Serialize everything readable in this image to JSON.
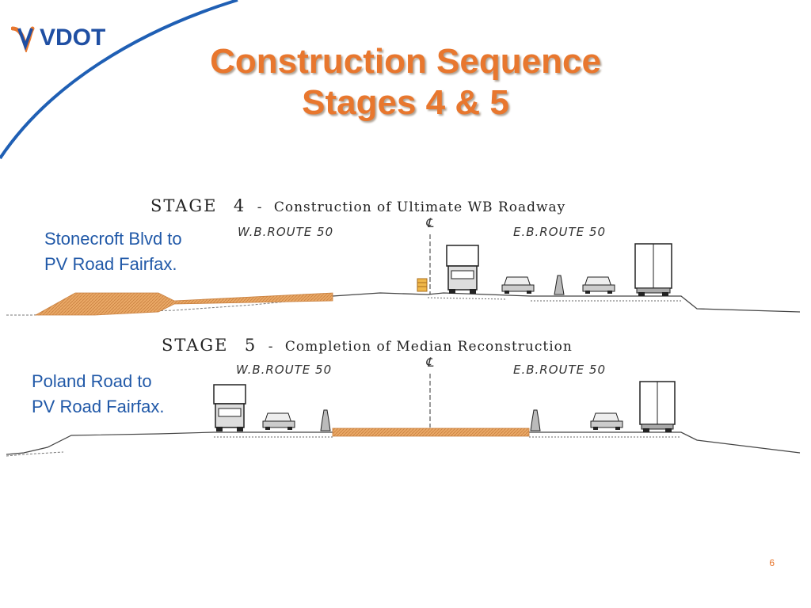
{
  "header": {
    "logo_text": "VDOT",
    "title_line1": "Construction Sequence",
    "title_line2": "Stages 4 & 5"
  },
  "stage4": {
    "label": "STAGE",
    "number": "4",
    "desc": "Construction of Ultimate WB Roadway",
    "wb_route": "W.B.ROUTE  50",
    "eb_route": "E.B.ROUTE  50",
    "centerline": "℄",
    "location_line1": "Stonecroft Blvd to",
    "location_line2": "PV Road Fairfax."
  },
  "stage5": {
    "label": "STAGE",
    "number": "5",
    "desc": "Completion of Median Reconstruction",
    "wb_route": "W.B.ROUTE  50",
    "eb_route": "E.B.ROUTE  50",
    "centerline": "℄",
    "location_line1": "Poland Road to",
    "location_line2": "PV Road Fairfax."
  },
  "footer": {
    "page_number": "6"
  },
  "colors": {
    "title": "#e8772e",
    "brand_blue": "#1f4fa3",
    "location_text": "#2159a8",
    "construction_fill": "#e9a866"
  }
}
